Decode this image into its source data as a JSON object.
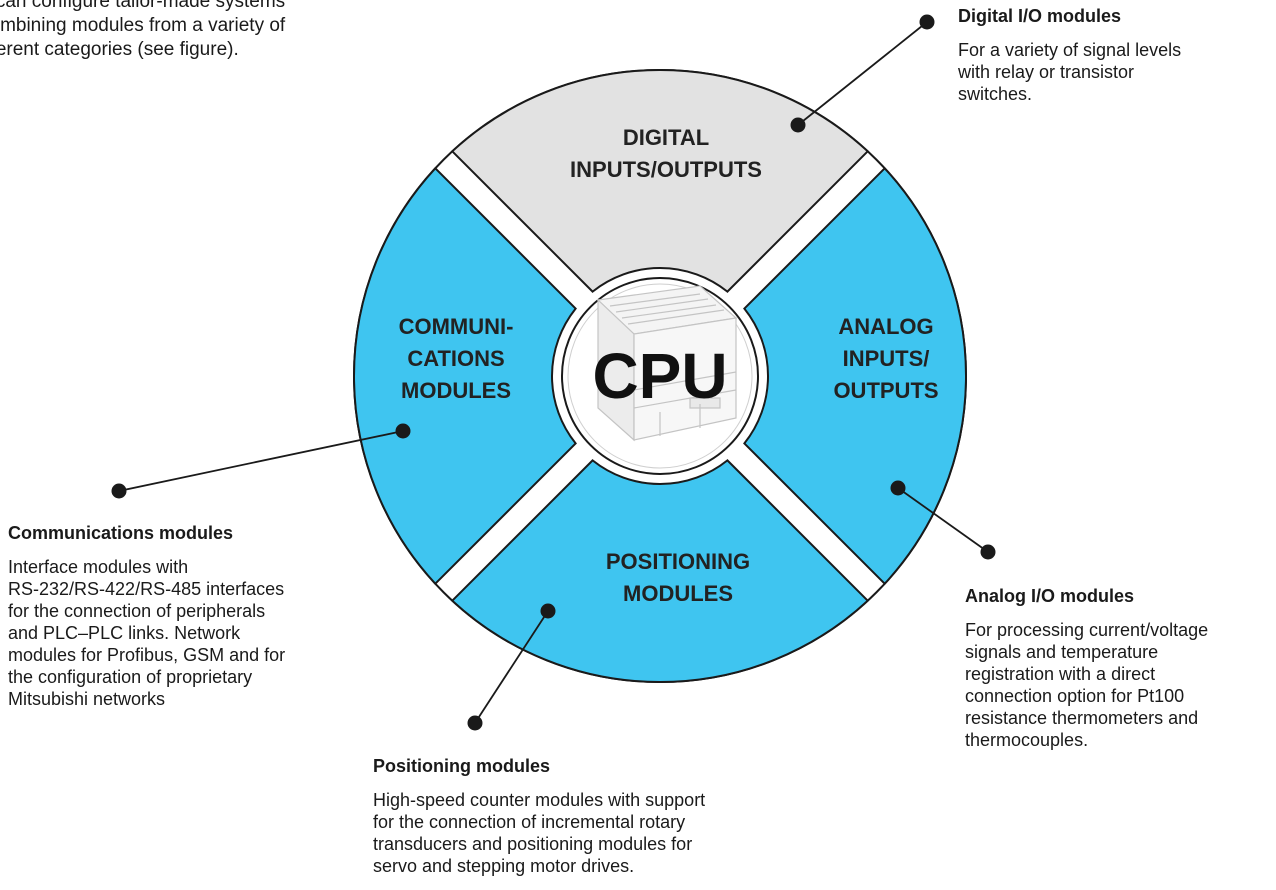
{
  "intro_text": [
    "...can configure tailor-made systems",
    "combining modules from a variety of",
    "...erent categories (see figure)."
  ],
  "colors": {
    "segment_active": "#3fc5f0",
    "segment_inactive": "#e2e2e2",
    "outline": "#1a1a1a",
    "center_fill": "#ffffff"
  },
  "center": {
    "label": "CPU",
    "icon": "plc-unit-icon"
  },
  "segments": {
    "digital": [
      "DIGITAL",
      "INPUTS/OUTPUTS"
    ],
    "analog": [
      "ANALOG",
      "INPUTS/",
      "OUTPUTS"
    ],
    "positioning": [
      "POSITIONING",
      "MODULES"
    ],
    "communications": [
      "COMMUNI-",
      "CATIONS",
      "MODULES"
    ]
  },
  "callouts": {
    "digital": {
      "title": "Digital I/O modules",
      "lines": [
        "For a variety of signal levels",
        "with relay or transistor",
        "switches."
      ]
    },
    "analog": {
      "title": "Analog I/O modules",
      "lines": [
        "For processing current/voltage",
        "signals and temperature",
        "registration with a direct",
        "connection option for Pt100",
        "resistance thermometers and",
        "thermocouples."
      ]
    },
    "positioning": {
      "title": "Positioning modules",
      "lines": [
        "High-speed counter modules with support",
        "for the connection of incremental rotary",
        "transducers and positioning modules for",
        "servo and stepping motor drives."
      ]
    },
    "communications": {
      "title": "Communications modules",
      "lines": [
        "Interface modules with",
        "RS-232/RS-422/RS-485 interfaces",
        "for the connection of peripherals",
        "and PLC–PLC links. Network",
        "modules for Profibus, GSM and for",
        "the configuration of proprietary",
        "Mitsubishi networks"
      ]
    }
  }
}
